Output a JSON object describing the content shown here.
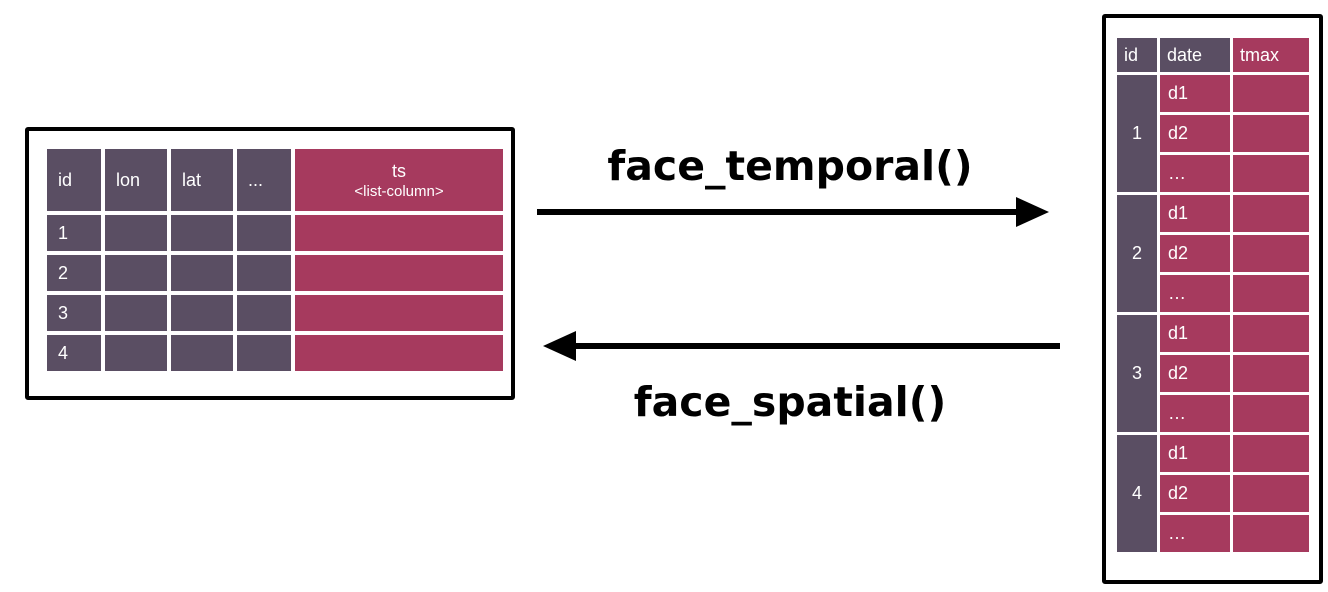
{
  "colors": {
    "spatial": "#5a4e63",
    "temporal": "#a63a5e",
    "arrow": "#000000",
    "background": "#ffffff"
  },
  "left_table": {
    "columns": [
      {
        "label": "id",
        "type": "spatial"
      },
      {
        "label": "lon",
        "type": "spatial"
      },
      {
        "label": "lat",
        "type": "spatial"
      },
      {
        "label": "...",
        "type": "spatial"
      },
      {
        "label": "ts",
        "sublabel": "<list-column>",
        "type": "temporal"
      }
    ],
    "row_ids": [
      "1",
      "2",
      "3",
      "4"
    ]
  },
  "right_table": {
    "headers": [
      {
        "label": "id",
        "type": "spatial"
      },
      {
        "label": "date",
        "type": "spatial"
      },
      {
        "label": "tmax",
        "type": "temporal"
      }
    ],
    "groups": [
      {
        "id": "1",
        "dates": [
          "d1",
          "d2",
          "…"
        ]
      },
      {
        "id": "2",
        "dates": [
          "d1",
          "d2",
          "…"
        ]
      },
      {
        "id": "3",
        "dates": [
          "d1",
          "d2",
          "…"
        ]
      },
      {
        "id": "4",
        "dates": [
          "d1",
          "d2",
          "…"
        ]
      }
    ]
  },
  "arrows": {
    "temporal_label": "face_temporal()",
    "spatial_label": "face_spatial()"
  }
}
